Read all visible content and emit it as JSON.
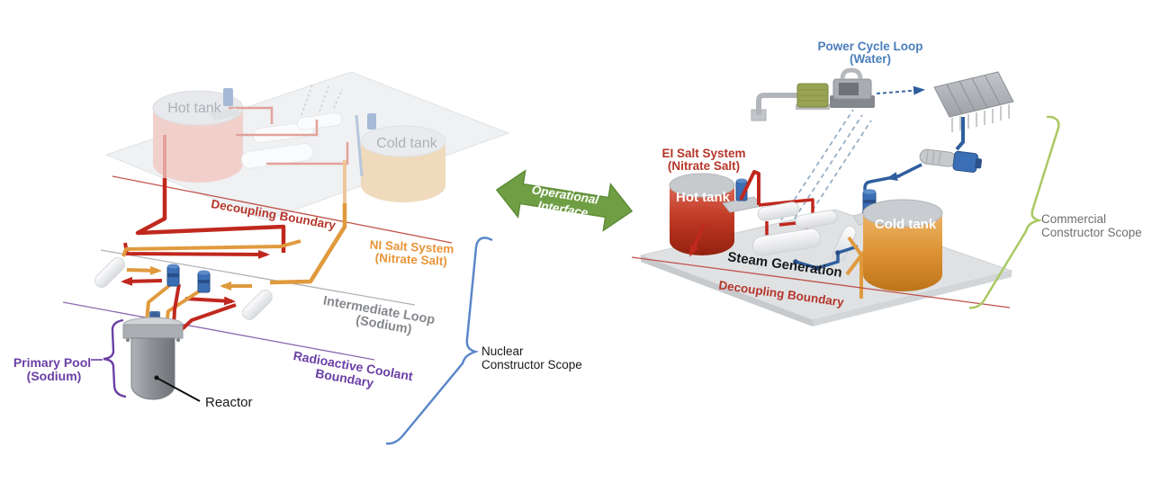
{
  "left": {
    "ghost_hot_tank": "Hot tank",
    "ghost_cold_tank": "Cold tank",
    "decoupling_boundary": "Decoupling Boundary",
    "ni_salt": {
      "line1": "NI Salt System",
      "line2": "(Nitrate Salt)"
    },
    "intermediate_loop": {
      "line1": "Intermediate Loop",
      "line2": "(Sodium)"
    },
    "radioactive_boundary": {
      "line1": "Radioactive Coolant",
      "line2": "Boundary"
    },
    "primary_pool": {
      "line1": "Primary Pool",
      "line2": "(Sodium)"
    },
    "reactor": "Reactor",
    "scope": {
      "line1": "Nuclear",
      "line2": "Constructor Scope"
    }
  },
  "center": {
    "operational_interface": {
      "line1": "Operational",
      "line2": "Interface"
    }
  },
  "right": {
    "power_cycle": {
      "line1": "Power Cycle Loop",
      "line2": "(Water)"
    },
    "ei_salt": {
      "line1": "EI Salt System",
      "line2": "(Nitrate Salt)"
    },
    "hot_tank": "Hot tank",
    "cold_tank": "Cold tank",
    "steam_generation": "Steam Generation",
    "decoupling_boundary": "Decoupling Boundary",
    "scope": {
      "line1": "Commercial",
      "line2": "Constructor Scope"
    }
  },
  "colors": {
    "hot_pipe_red": "#c0281e",
    "salt_pipe_orange": "#e09a3d",
    "water_pipe_blue": "#2f5f9e",
    "interface_arrow_green": "#6f9e44",
    "nuclear_scope_bracket_blue": "#5b87c9",
    "commercial_scope_bracket_green": "#a9c963",
    "boundary_purple": "#6b3fa5",
    "boundary_red": "#b5362a"
  }
}
